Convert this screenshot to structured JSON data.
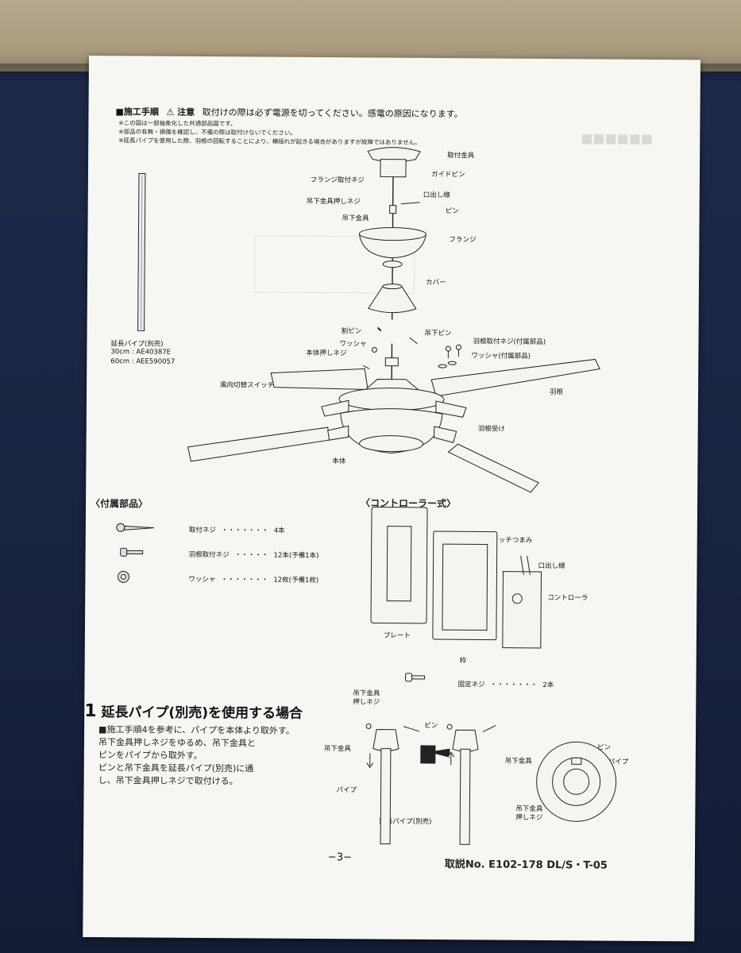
{
  "header": {
    "title": "■施工手順",
    "caution_mark": "⚠ 注意",
    "caution_text": "取付けの際は必ず電源を切ってください。感電の原因になります。"
  },
  "notes": [
    "※この図は一部抽象化した共通部品図です。",
    "※部品の有無・損傷を確認し、不備の際は取付けないでください。",
    "※延長パイプを使用した際、羽根の回転することにより、横揺れが起きる場合がありますが故障ではありません。"
  ],
  "extension_pipe": {
    "label": "延長パイプ(別売)",
    "spec_30": "30cm : AE40387E",
    "spec_60": "60cm : AEE590057"
  },
  "fan_labels": {
    "mounting_bracket": "取付金具",
    "guide_pin": "ガイドピン",
    "flange_screw": "フランジ取付ネジ",
    "lead_wire": "口出し線",
    "hanger_set_screw": "吊下金具押しネジ",
    "pin": "ピン",
    "hanger": "吊下金具",
    "flange": "フランジ",
    "cover": "カバー",
    "split_pin": "割ピン",
    "hanger_pin": "吊下ピン",
    "washer": "ワッシャ",
    "body_set_screw": "本体押しネジ",
    "blade_screw": "羽根取付ネジ(付属部品)",
    "washer_acc": "ワッシャ(付属部品)",
    "direction_switch": "風向切替スイッチ",
    "blade": "羽根",
    "blade_holder": "羽根受け",
    "body": "本体"
  },
  "accessories": {
    "title": "〈付属部品〉",
    "items": [
      {
        "name": "取付ネジ",
        "dots": "・・・・・・・",
        "qty": "4本"
      },
      {
        "name": "羽根取付ネジ",
        "dots": "・・・・・",
        "qty": "12本(予備1本)"
      },
      {
        "name": "ワッシャ",
        "dots": "・・・・・・・",
        "qty": "12枚(予備1枚)"
      }
    ]
  },
  "controller": {
    "title": "〈コントローラー式〉",
    "switch_knob": "スイッチつまみ",
    "lead_wire": "口出し線",
    "controller": "コントローラ",
    "plate": "プレート",
    "frame": "枠",
    "fixing_screw": "固定ネジ",
    "fixing_dots": "・・・・・・・",
    "fixing_qty": "2本"
  },
  "section1": {
    "number": "1",
    "title": "延長パイプ(別売)を使用する場合",
    "lines": [
      "■施工手順4を参考に、パイプを本体より取外す。",
      "吊下金具押しネジをゆるめ、吊下金具と",
      "ピンをパイプから取外す。",
      "ピンと吊下金具を延長パイプ(別売)に通",
      "し、吊下金具押しネジで取付ける。"
    ],
    "lbl_hanger_set_screw": "吊下金具押しネジ",
    "lbl_pin": "ピン",
    "lbl_hanger": "吊下金具",
    "lbl_pipe": "パイプ",
    "lbl_ext_pipe": "延長パイプ(別売)",
    "lbl_hanger_r": "吊下金具",
    "lbl_pin_r": "ピン",
    "lbl_pipe_r": "パイプ",
    "lbl_hanger_set_screw_r": "吊下金具押しネジ"
  },
  "footer": {
    "page": "−3−",
    "doc": "取説No. E102-178 DL/S・T-05"
  }
}
